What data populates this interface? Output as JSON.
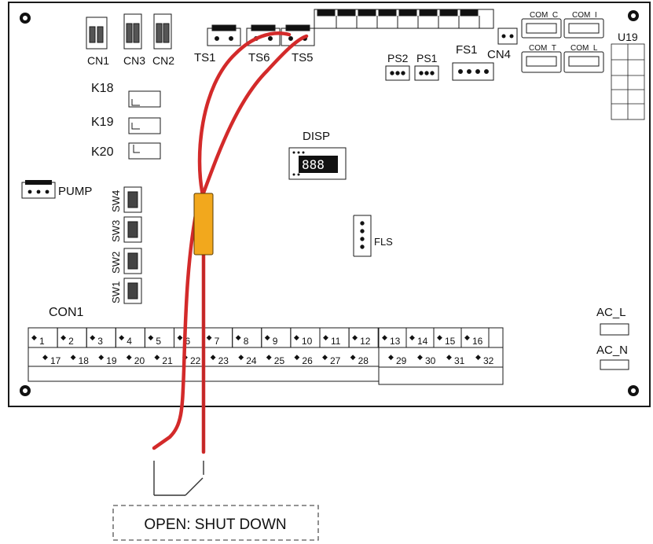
{
  "labels": {
    "cn1": "CN1",
    "cn3": "CN3",
    "cn2": "CN2",
    "ts1": "TS1",
    "ts6": "TS6",
    "ts5": "TS5",
    "ps2": "PS2",
    "ps1": "PS1",
    "fs1": "FS1",
    "cn4": "CN4",
    "com_c": "COM_C",
    "com_i": "COM_I",
    "com_t": "COM_T",
    "com_l": "COM_L",
    "u19": "U19",
    "k18": "K18",
    "k19": "K19",
    "k20": "K20",
    "disp": "DISP",
    "pump": "PUMP",
    "sw4": "SW4",
    "sw3": "SW3",
    "sw2": "SW2",
    "sw1": "SW1",
    "fls": "FLS",
    "con1": "CON1",
    "ac_l": "AC_L",
    "ac_n": "AC_N",
    "switch_note": "OPEN: SHUT DOWN"
  },
  "terminals_row1": [
    "1",
    "2",
    "3",
    "4",
    "5",
    "6",
    "7",
    "8",
    "9",
    "10",
    "11",
    "12"
  ],
  "terminals_row2": [
    "17",
    "18",
    "19",
    "20",
    "21",
    "22",
    "23",
    "24",
    "25",
    "26",
    "27",
    "28"
  ],
  "terminals_right_row1": [
    "13",
    "14",
    "15",
    "16"
  ],
  "terminals_right_row2": [
    "29",
    "30",
    "31",
    "32"
  ],
  "colors": {
    "wire": "#d32a2a",
    "sleeve": "#f2a81d",
    "board_line": "#1a1a1a"
  }
}
